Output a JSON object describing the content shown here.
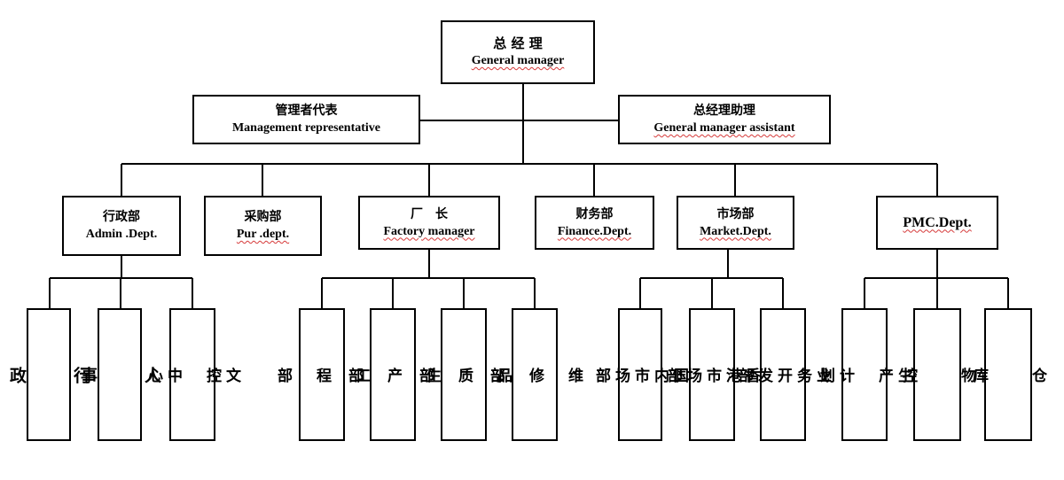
{
  "top": {
    "zh": "总 经 理",
    "en": "General manager"
  },
  "rep": {
    "zh": "管理者代表",
    "en": "Management representative"
  },
  "assistant": {
    "zh": "总经理助理",
    "en": "General manager assistant"
  },
  "depts": [
    {
      "zh": "行政部",
      "en": "Admin .Dept."
    },
    {
      "zh": "采购部",
      "en": "Pur .dept."
    },
    {
      "zh": "厂　长",
      "en": "Factory manager"
    },
    {
      "zh": "财务部",
      "en": "Finance.Dept."
    },
    {
      "zh": "市场部",
      "en": "Market.Dept."
    },
    {
      "zh": "",
      "en": "PMC.Dept."
    }
  ],
  "subs": [
    "行\n\n\n政",
    "人\n\n\n事",
    "文\n控\n\n中\n心",
    "工\n\n程\n\n部",
    "生\n\n产\n\n部",
    "品\n\n质\n\n部",
    "维\n\n修\n\n部",
    "国\n内\n市\n场\n部",
    "香\n港\n市\n场\n部",
    "业\n务\n开\n发\n部",
    "生\n产\n\n计\n划",
    "物\n\n\n控",
    "仓\n\n\n库"
  ]
}
